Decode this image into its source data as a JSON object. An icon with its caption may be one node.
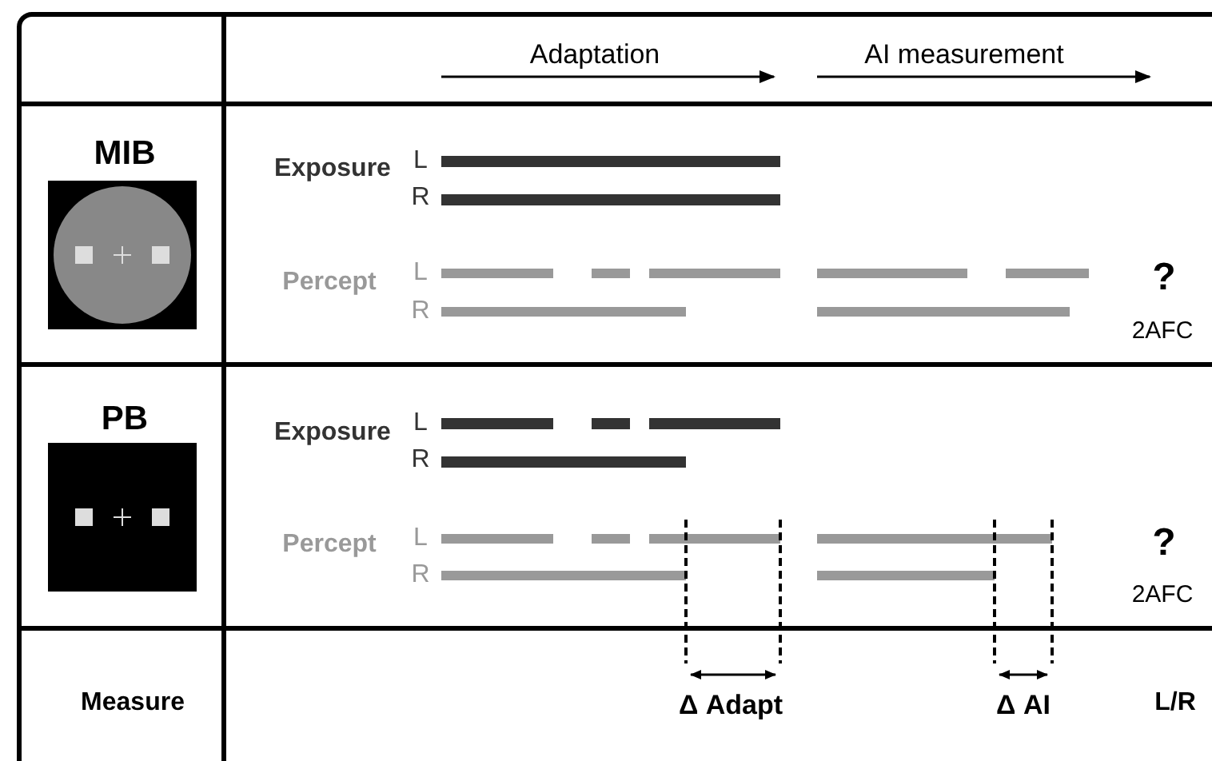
{
  "diagram": {
    "labels": [
      "Adaptation",
      "AI measurement",
      "MIB",
      "Exposure",
      "L",
      "R",
      "Percept",
      "L",
      "R",
      "?",
      "2AFC",
      "PB",
      "Exposure",
      "L",
      "R",
      "Percept",
      "L",
      "R",
      "?",
      "2AFC",
      "Measure",
      "Δ Adapt",
      "Δ AI",
      "L/R"
    ]
  }
}
